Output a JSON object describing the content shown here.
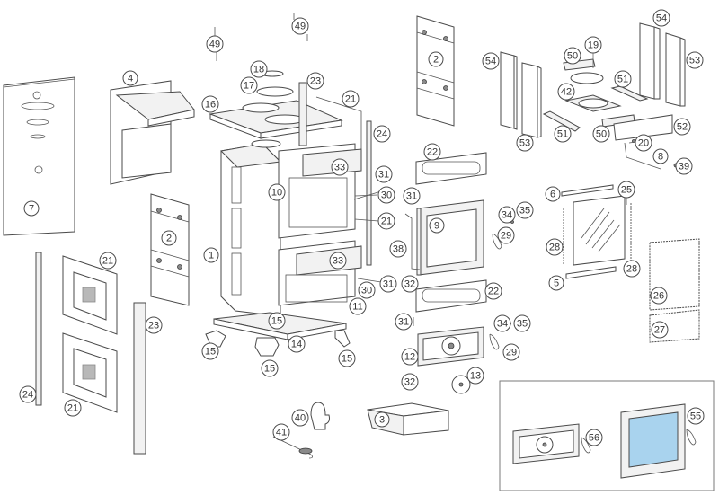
{
  "diagram": {
    "title": "Stove exploded parts diagram",
    "glass_color": "#a9d3ee",
    "line_color": "#4a4a4a",
    "callouts": [
      {
        "id": "c49a",
        "label": "49",
        "part": "bolt"
      },
      {
        "id": "c49b",
        "label": "49",
        "part": "bolt"
      },
      {
        "id": "c4",
        "label": "4",
        "part": "smoke-hood"
      },
      {
        "id": "c16",
        "label": "16",
        "part": "top-plate"
      },
      {
        "id": "c18",
        "label": "18",
        "part": "hob-ring-small"
      },
      {
        "id": "c17",
        "label": "17",
        "part": "hob-ring-large"
      },
      {
        "id": "c23a",
        "label": "23",
        "part": "corner-post"
      },
      {
        "id": "c21a",
        "label": "21",
        "part": "side-panel"
      },
      {
        "id": "c24a",
        "label": "24",
        "part": "corner-post-thin"
      },
      {
        "id": "c2a",
        "label": "2",
        "part": "back-panel"
      },
      {
        "id": "c7",
        "label": "7",
        "part": "rear-cover"
      },
      {
        "id": "c2b",
        "label": "2",
        "part": "back-panel"
      },
      {
        "id": "c1",
        "label": "1",
        "part": "body"
      },
      {
        "id": "c10",
        "label": "10",
        "part": "upper-door-frame"
      },
      {
        "id": "c33a",
        "label": "33",
        "part": "plate"
      },
      {
        "id": "c31a",
        "label": "31",
        "part": "pin"
      },
      {
        "id": "c30a",
        "label": "30",
        "part": "hinge"
      },
      {
        "id": "c21b",
        "label": "21",
        "part": "side-panel"
      },
      {
        "id": "c33b",
        "label": "33",
        "part": "plate"
      },
      {
        "id": "c31b",
        "label": "31",
        "part": "pin"
      },
      {
        "id": "c30b",
        "label": "30",
        "part": "hinge"
      },
      {
        "id": "c11",
        "label": "11",
        "part": "lower-door-frame"
      },
      {
        "id": "c15a",
        "label": "15",
        "part": "foot"
      },
      {
        "id": "c15b",
        "label": "15",
        "part": "foot"
      },
      {
        "id": "c14",
        "label": "14",
        "part": "base-frame"
      },
      {
        "id": "c15c",
        "label": "15",
        "part": "foot"
      },
      {
        "id": "c15d",
        "label": "15",
        "part": "foot"
      },
      {
        "id": "c21c",
        "label": "21",
        "part": "ceramic-tile"
      },
      {
        "id": "c21d",
        "label": "21",
        "part": "ceramic-tile"
      },
      {
        "id": "c24b",
        "label": "24",
        "part": "corner-post-thin"
      },
      {
        "id": "c23b",
        "label": "23",
        "part": "corner-post"
      },
      {
        "id": "c22a",
        "label": "22",
        "part": "trim-panel"
      },
      {
        "id": "c31c",
        "label": "31",
        "part": "pin"
      },
      {
        "id": "c9",
        "label": "9",
        "part": "fire-door"
      },
      {
        "id": "c34a",
        "label": "34",
        "part": "washer"
      },
      {
        "id": "c35a",
        "label": "35",
        "part": "screw"
      },
      {
        "id": "c29a",
        "label": "29",
        "part": "handle"
      },
      {
        "id": "c38",
        "label": "38",
        "part": "gasket"
      },
      {
        "id": "c32a",
        "label": "32",
        "part": "pin"
      },
      {
        "id": "c22b",
        "label": "22",
        "part": "trim-panel"
      },
      {
        "id": "c31d",
        "label": "31",
        "part": "pin"
      },
      {
        "id": "c12",
        "label": "12",
        "part": "ash-door"
      },
      {
        "id": "c34b",
        "label": "34",
        "part": "washer"
      },
      {
        "id": "c35b",
        "label": "35",
        "part": "screw"
      },
      {
        "id": "c29b",
        "label": "29",
        "part": "handle"
      },
      {
        "id": "c32b",
        "label": "32",
        "part": "pin"
      },
      {
        "id": "c13",
        "label": "13",
        "part": "air-regulator"
      },
      {
        "id": "c3",
        "label": "3",
        "part": "ash-drawer"
      },
      {
        "id": "c40",
        "label": "40",
        "part": "glove"
      },
      {
        "id": "c41",
        "label": "41",
        "part": "tool"
      },
      {
        "id": "c54a",
        "label": "54",
        "part": "firebrick"
      },
      {
        "id": "c53a",
        "label": "53",
        "part": "firebrick"
      },
      {
        "id": "c19",
        "label": "19",
        "part": "grate"
      },
      {
        "id": "c50a",
        "label": "50",
        "part": "brick-bar"
      },
      {
        "id": "c42",
        "label": "42",
        "part": "grate-plate"
      },
      {
        "id": "c51a",
        "label": "51",
        "part": "brick-bar"
      },
      {
        "id": "c51b",
        "label": "51",
        "part": "brick-bar"
      },
      {
        "id": "c54b",
        "label": "54",
        "part": "firebrick"
      },
      {
        "id": "c53b",
        "label": "53",
        "part": "firebrick"
      },
      {
        "id": "c50b",
        "label": "50",
        "part": "brick-bar"
      },
      {
        "id": "c52",
        "label": "52",
        "part": "firebrick-front"
      },
      {
        "id": "c20",
        "label": "20",
        "part": "nut"
      },
      {
        "id": "c8",
        "label": "8",
        "part": "rod"
      },
      {
        "id": "c39",
        "label": "39",
        "part": "knob"
      },
      {
        "id": "c6",
        "label": "6",
        "part": "glass-holder-top"
      },
      {
        "id": "c25",
        "label": "25",
        "part": "glass"
      },
      {
        "id": "c28a",
        "label": "28",
        "part": "gasket-strip"
      },
      {
        "id": "c28b",
        "label": "28",
        "part": "gasket-strip"
      },
      {
        "id": "c5",
        "label": "5",
        "part": "glass-holder-bottom"
      },
      {
        "id": "c26",
        "label": "26",
        "part": "gasket-frame"
      },
      {
        "id": "c27",
        "label": "27",
        "part": "gasket-frame"
      },
      {
        "id": "c56",
        "label": "56",
        "part": "ash-door-assembly"
      },
      {
        "id": "c55",
        "label": "55",
        "part": "fire-door-assembly"
      }
    ]
  }
}
